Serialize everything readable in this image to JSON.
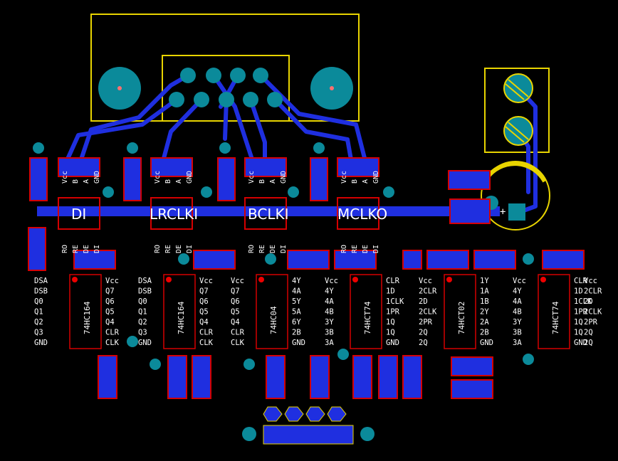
{
  "labels": {
    "di": "DI",
    "lrclki": "LRCLKI",
    "bclki": "BCLKI",
    "mclko": "MCLKO",
    "plus": "+"
  },
  "rs485_pins": [
    "Vcc",
    "B",
    "A",
    "GND"
  ],
  "rs485_pins_bottom": [
    "RO",
    "RE",
    "DE",
    "DI"
  ],
  "chips": [
    {
      "name": "74HC164",
      "left": [
        "DSA",
        "DSB",
        "Q0",
        "Q1",
        "Q2",
        "Q3",
        "GND"
      ],
      "right": [
        "Vcc",
        "Q7",
        "Q6",
        "Q5",
        "Q4",
        "CLR",
        "CLK"
      ]
    },
    {
      "name": "74HC164",
      "left": [
        "DSA",
        "DSB",
        "Q0",
        "Q1",
        "Q2",
        "Q3",
        "GND"
      ],
      "right": [
        "Vcc",
        "Q7",
        "Q6",
        "Q5",
        "Q4",
        "CLR",
        "CLK"
      ]
    },
    {
      "name": "74HC04",
      "left": [
        "Vcc",
        "Q7",
        "Q6",
        "Q5",
        "Q4",
        "CLR",
        "CLK"
      ],
      "right": [
        "4Y",
        "4A",
        "5Y",
        "5A",
        "6Y",
        "2B",
        "GND"
      ]
    },
    {
      "name": "74HCT74",
      "left": [
        "Vcc",
        "4Y",
        "4A",
        "4B",
        "3Y",
        "3B",
        "3A"
      ],
      "right": [
        "CLR",
        "1D",
        "1CLK",
        "1PR",
        "1Q",
        "1Q",
        "GND"
      ]
    },
    {
      "name": "74HCT02",
      "left": [
        "Vcc",
        "2CLR",
        "2D",
        "2CLK",
        "2PR",
        "2Q",
        "2Q"
      ],
      "right": [
        "1Y",
        "1A",
        "1B",
        "2Y",
        "2A",
        "2B",
        "GND"
      ]
    },
    {
      "name": "74HCT74",
      "left": [
        "Vcc",
        "4Y",
        "4A",
        "4B",
        "3Y",
        "3B",
        "3A"
      ],
      "right": [
        "CLR",
        "1D",
        "1CLK",
        "1PR",
        "1Q",
        "1Q",
        "GND"
      ]
    }
  ],
  "right_edge": [
    "Vcc",
    "2CLR",
    "2D",
    "2CLK",
    "2PR",
    "2Q",
    "2Q"
  ],
  "colors": {
    "trace": "#1f2fe0",
    "pad_outline": "#d40000",
    "silk": "#e8d400",
    "via": "#0b8a9a",
    "text": "#ffffff"
  }
}
